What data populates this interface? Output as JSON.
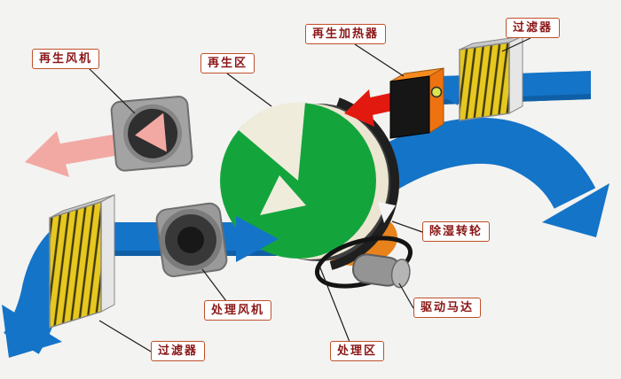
{
  "diagram_type": "desiccant-wheel-dehumidifier-schematic",
  "labels": {
    "regen_fan": "再生风机",
    "regen_zone": "再生区",
    "regen_heater": "再生加热器",
    "filter_top": "过滤器",
    "desiccant_wheel": "除湿转轮",
    "drive_motor": "驱动马达",
    "process_zone": "处理区",
    "process_fan": "处理风机",
    "filter_bottom": "过滤器"
  },
  "colors": {
    "process_air_blue": "#1474c8",
    "regen_exhaust_pink": "#f2a9a4",
    "hot_air_red": "#e2190f",
    "wheel_green": "#13a53c",
    "wheel_rim_cream": "#ece5d2",
    "heater_orange": "#f58a1e",
    "filter_yellow": "#e7c81f",
    "label_text": "#8b1515",
    "background": "#f3f3f1"
  }
}
